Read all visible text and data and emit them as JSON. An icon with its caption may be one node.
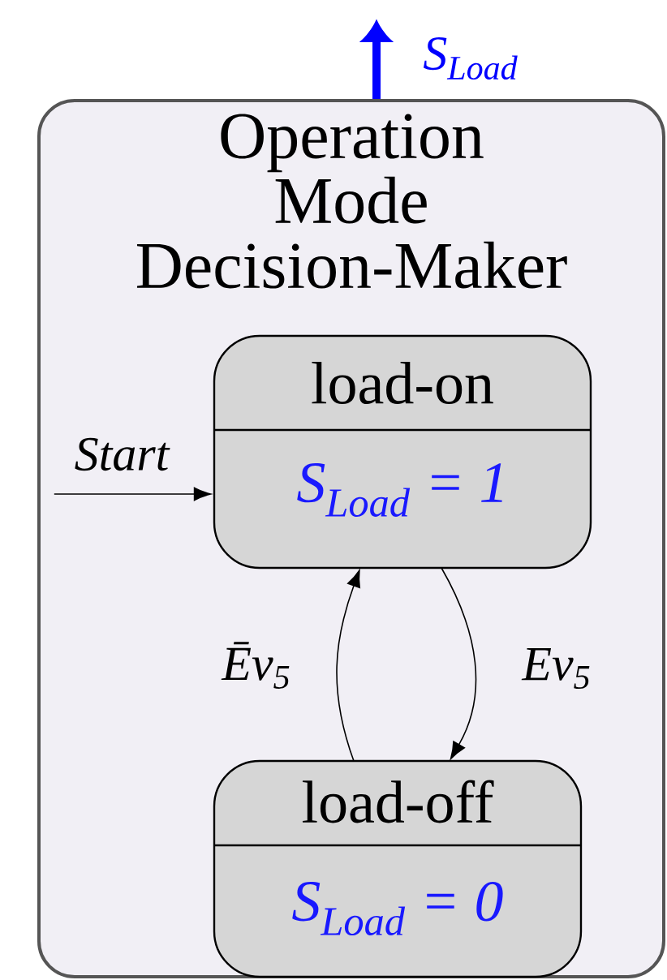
{
  "diagram": {
    "nodes": [
      {
        "text": [
          "Operation Mode Decision-Maker"
        ]
      },
      {
        "text": [
          "load-on",
          "S$_{Load}$ = 1"
        ],
        "in": 0
      },
      {
        "text": [
          "load-off",
          "S$_{Load}$ = 0"
        ],
        "in": 0
      }
    ],
    "edges": [
      {
        "from": null,
        "to": 1,
        "arrow": "to",
        "label": "Start"
      },
      {
        "from": 1,
        "to": 2,
        "arrow": "to",
        "label": "Ev$_{5}$"
      },
      {
        "from": 2,
        "to": 1,
        "arrow": "to",
        "label": "Ēv$_{5}$"
      },
      {
        "from": 0,
        "to": null,
        "arrow": "to",
        "label": "S$_{Load}$",
        "style": "thick",
        "color": "#0000ff"
      }
    ]
  }
}
